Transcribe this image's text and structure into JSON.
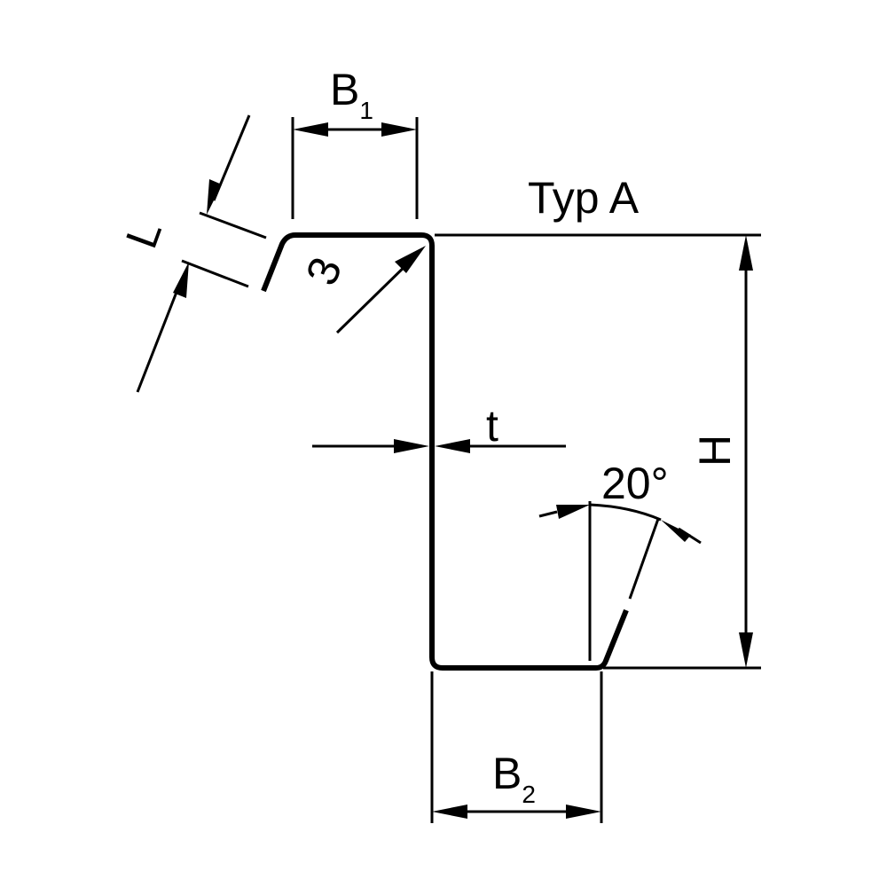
{
  "title": "Typ A",
  "dimensions": {
    "b1": {
      "main": "B",
      "sub": "1"
    },
    "b2": {
      "main": "B",
      "sub": "2"
    },
    "h": "H",
    "t": "t",
    "l": "L",
    "radius": "3",
    "angle": "20°"
  }
}
